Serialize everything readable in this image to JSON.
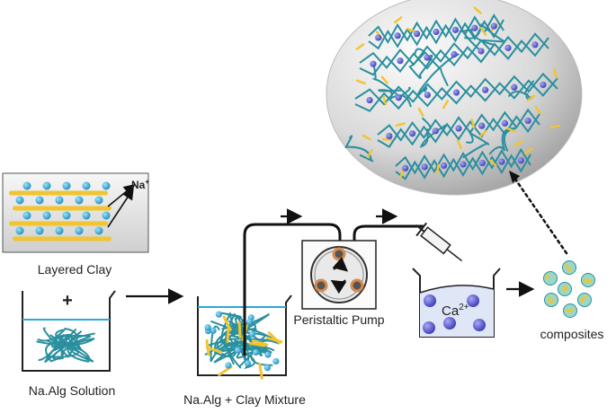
{
  "labels": {
    "layered_clay": "Layered Clay",
    "sodium_ion": "Na",
    "sodium_charge": "+",
    "plus_sign": "+",
    "na_alg_solution": "Na.Alg Solution",
    "mixture": "Na.Alg + Clay Mixture",
    "pump": "Peristaltic Pump",
    "calcium_ion": "Ca",
    "calcium_charge": "2+",
    "composites": "composites"
  },
  "colors": {
    "clay_layer": "#f2c42f",
    "sodium_bead": "#29a9d8",
    "alginate_chain": "#2a8f9e",
    "calcium_bead": "#5a5ad6",
    "calcium_solution": "#dfe6f6",
    "arrow": "#111111",
    "pump_ring": "#d98a4a",
    "sphere_light": "#f4f4f4",
    "sphere_dark": "#a8a8a8"
  },
  "icons": {
    "pump": "peristaltic-pump-icon",
    "syringe": "syringe-needle-icon",
    "beaker": "beaker-icon",
    "sphere": "magnified-network-sphere"
  }
}
